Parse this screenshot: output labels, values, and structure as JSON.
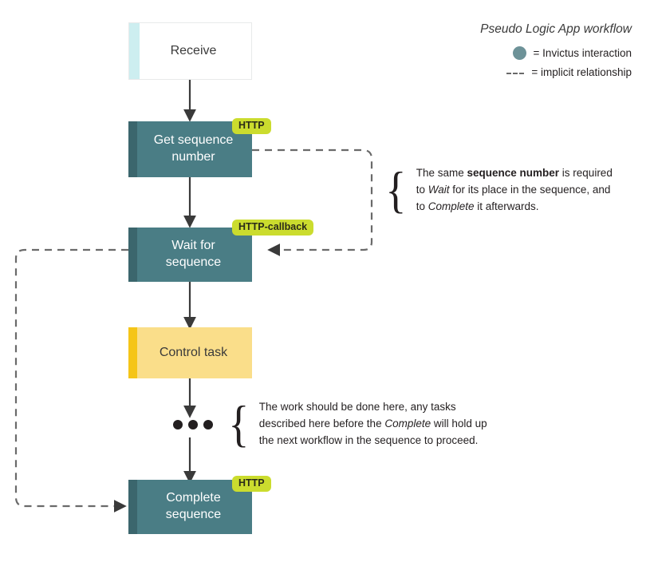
{
  "legend": {
    "title": "Pseudo Logic App workflow",
    "items": [
      {
        "marker": "dot",
        "text": "= Invictus interaction"
      },
      {
        "marker": "dashed-line",
        "text": "= implicit relationship"
      }
    ]
  },
  "nodes": [
    {
      "id": "receive",
      "label": "Receive",
      "style": "receive",
      "accent_color": "#cdeef0",
      "fill_color": "#ffffff"
    },
    {
      "id": "get_seq",
      "label": "Get sequence\nnumber",
      "style": "teal",
      "accent_color": "#3b666d",
      "fill_color": "#4a7d85"
    },
    {
      "id": "wait_seq",
      "label": "Wait for\nsequence",
      "style": "teal",
      "accent_color": "#3b666d",
      "fill_color": "#4a7d85"
    },
    {
      "id": "control",
      "label": "Control task",
      "style": "yellow",
      "accent_color": "#f5c518",
      "fill_color": "#fade8a"
    },
    {
      "id": "complete",
      "label": "Complete\nsequence",
      "style": "teal",
      "accent_color": "#3b666d",
      "fill_color": "#4a7d85"
    }
  ],
  "badges": [
    {
      "id": "badge_get",
      "label": "HTTP",
      "for": "get_seq"
    },
    {
      "id": "badge_wait",
      "label": "HTTP-callback",
      "for": "wait_seq"
    },
    {
      "id": "badge_complete",
      "label": "HTTP",
      "for": "complete"
    }
  ],
  "ellipsis": {
    "dots": 3
  },
  "annotations": [
    {
      "id": "annot_sequence_number",
      "brace": "{",
      "line1_a": "The same ",
      "line1_bold": "sequence number",
      "line1_b": " is required",
      "line2_a": "to ",
      "line2_italic": "Wait",
      "line2_b": " for its place in the sequence, and",
      "line3_a": "to ",
      "line3_italic": "Complete",
      "line3_b": " it afterwards."
    },
    {
      "id": "annot_work_here",
      "brace": "{",
      "line1": "The work should be done here, any tasks",
      "line2_a": "described here before the ",
      "line2_italic": "Complete",
      "line2_b": " will hold up",
      "line3": "the next workflow in the sequence to proceed."
    }
  ],
  "colors": {
    "teal": "#4a7d85",
    "teal_dark": "#3b666d",
    "yellow": "#fade8a",
    "yellow_dark": "#f5c518",
    "cyan_light": "#cdeef0",
    "badge_green": "#cbdc2e",
    "arrow": "#3a3a3a",
    "dashed": "#6a6a6a",
    "legend_dot": "#6d9298"
  }
}
